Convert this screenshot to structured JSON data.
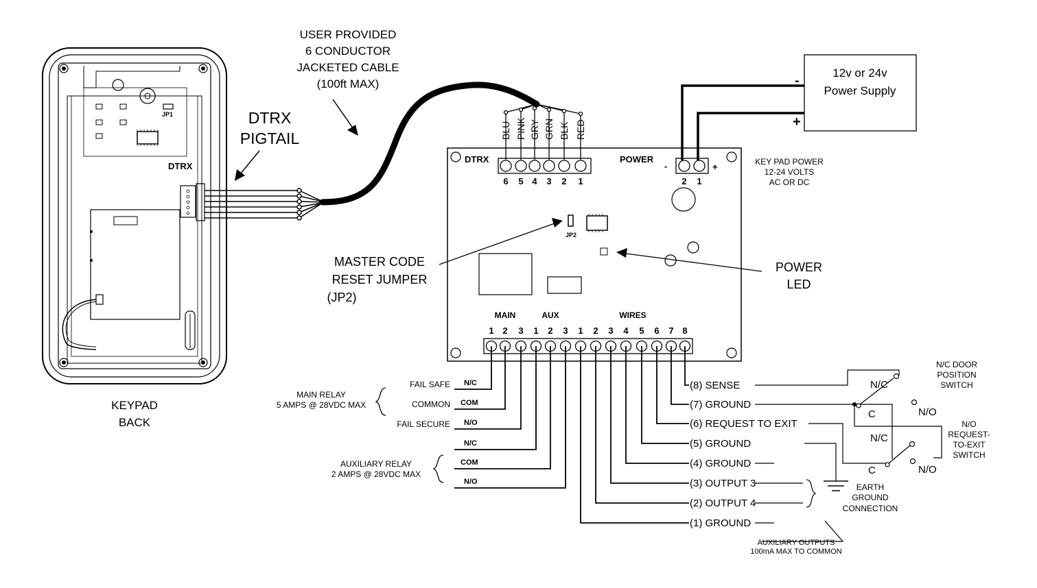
{
  "labels": {
    "cable_line1": "USER PROVIDED",
    "cable_line2": "6 CONDUCTOR",
    "cable_line3": "JACKETED CABLE",
    "cable_line4": "(100ft MAX)",
    "pigtail_line1": "DTRX",
    "pigtail_line2": "PIGTAIL",
    "keypad_line1": "KEYPAD",
    "keypad_line2": "BACK",
    "keypad_jp1": "JP1",
    "keypad_dtrx": "DTRX",
    "psu_line1": "12v or 24v",
    "psu_line2": "Power Supply",
    "psu_minus": "-",
    "psu_plus": "+",
    "board_dtrx": "DTRX",
    "board_power": "POWER",
    "board_power_minus": "-",
    "board_power_plus": "+",
    "keypad_power_line1": "KEY PAD POWER",
    "keypad_power_line2": "12-24 VOLTS",
    "keypad_power_line3": "AC OR DC",
    "jp2": "JP2",
    "master_line1": "MASTER CODE",
    "master_line2": "RESET JUMPER",
    "master_line3": "(JP2)",
    "power_led_line1": "POWER",
    "power_led_line2": "LED",
    "main": "MAIN",
    "aux": "AUX",
    "wires": "WIRES",
    "main_relay_line1": "MAIN RELAY",
    "main_relay_line2": "5 AMPS @ 28VDC MAX",
    "aux_relay_line1": "AUXILIARY RELAY",
    "aux_relay_line2": "2 AMPS @ 28VDC MAX",
    "fail_safe": "FAIL SAFE",
    "common": "COMMON",
    "fail_secure": "FAIL SECURE",
    "earth_line1": "EARTH",
    "earth_line2": "GROUND",
    "earth_line3": "CONNECTION",
    "aux_out_line1": "AUXILIARY OUTPUTS",
    "aux_out_line2": "100mA MAX TO COMMON",
    "door_sw_line1": "N/C DOOR",
    "door_sw_line2": "POSITION",
    "door_sw_line3": "SWITCH",
    "rex_sw_line1": "N/O",
    "rex_sw_line2": "REQUEST-",
    "rex_sw_line3": "TO-EXIT",
    "rex_sw_line4": "SWITCH",
    "sw_nc": "N/C",
    "sw_c": "C",
    "sw_no": "N/O"
  },
  "dtrx_wires": [
    "BLU",
    "PINK",
    "GRY",
    "GRN",
    "BLK",
    "RED"
  ],
  "dtrx_numbers": [
    "6",
    "5",
    "4",
    "3",
    "2",
    "1"
  ],
  "power_numbers": [
    "2",
    "1"
  ],
  "terminal_numbers": [
    "1",
    "2",
    "3",
    "1",
    "2",
    "3",
    "1",
    "2",
    "3",
    "4",
    "5",
    "6",
    "7",
    "8"
  ],
  "relay_contacts": [
    "N/C",
    "COM",
    "N/O",
    "N/C",
    "COM",
    "N/O"
  ],
  "wire_labels": [
    "(8) SENSE",
    "(7) GROUND",
    "(6) REQUEST TO EXIT",
    "(5) GROUND",
    "(4) GROUND",
    "(3) OUTPUT 3",
    "(2) OUTPUT 4",
    "(1) GROUND"
  ]
}
